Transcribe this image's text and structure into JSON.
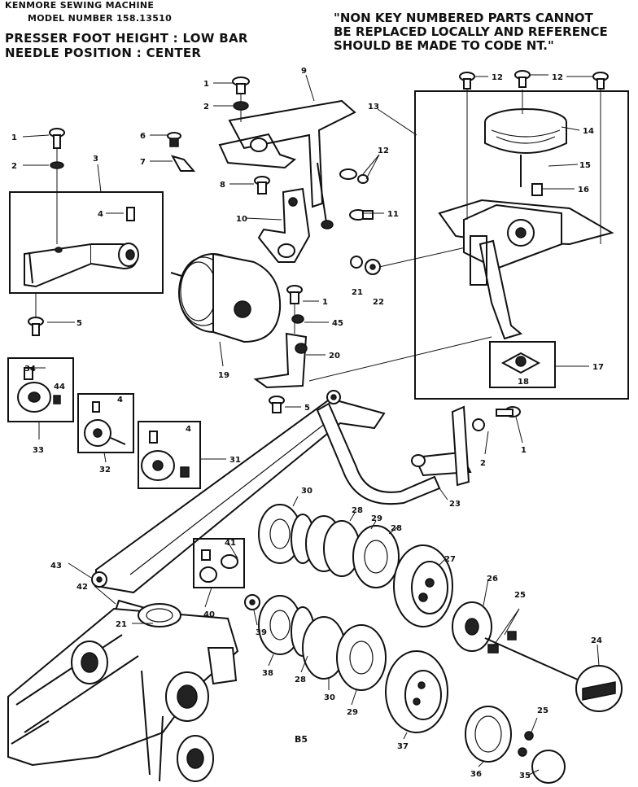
{
  "header": {
    "brand": "KENMORE SEWING MACHINE",
    "model": "MODEL NUMBER 158.13510",
    "presser_foot": "PRESSER FOOT HEIGHT : LOW BAR",
    "needle_position": "NEEDLE POSITION : CENTER"
  },
  "note": {
    "line1": "\"NON KEY NUMBERED PARTS CANNOT",
    "line2": "BE REPLACED LOCALLY AND REFERENCE",
    "line3": "SHOULD BE MADE TO CODE NT.\""
  },
  "diagram_code": "B5",
  "callouts": {
    "c1a": "1",
    "c1b": "1",
    "c1c": "1",
    "c1d": "1",
    "c2a": "2",
    "c2b": "2",
    "c2c": "2",
    "c3": "3",
    "c4a": "4",
    "c4b": "4",
    "c4c": "4",
    "c5a": "5",
    "c5b": "5",
    "c6": "6",
    "c7": "7",
    "c8": "8",
    "c9": "9",
    "c10": "10",
    "c11": "11",
    "c12a": "12",
    "c12b": "12",
    "c12c": "12",
    "c13": "13",
    "c14": "14",
    "c15": "15",
    "c16": "16",
    "c17": "17",
    "c18": "18",
    "c19": "19",
    "c20": "20",
    "c21a": "21",
    "c21b": "21",
    "c22": "22",
    "c23": "23",
    "c24": "24",
    "c25a": "25",
    "c25b": "25",
    "c26": "26",
    "c27": "27",
    "c28a": "28",
    "c28b": "28",
    "c29a": "29",
    "c29b": "29",
    "c30a": "30",
    "c30b": "30",
    "c31": "31",
    "c32": "32",
    "c33": "33",
    "c34": "34",
    "c35": "35",
    "c36": "36",
    "c37": "37",
    "c38": "38",
    "c39": "39",
    "c40": "40",
    "c41": "41",
    "c42": "42",
    "c43": "43",
    "c44": "44",
    "c45": "45"
  }
}
